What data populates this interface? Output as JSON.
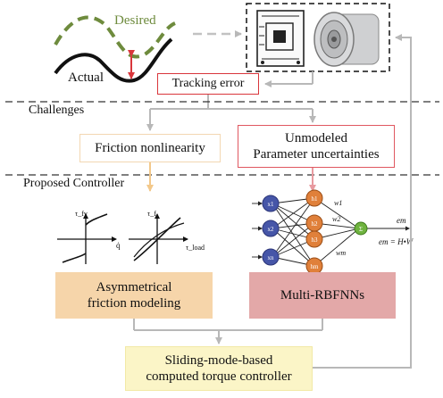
{
  "curve_labels": {
    "desired": "Desired",
    "actual": "Actual"
  },
  "tracking_error": "Tracking error",
  "sections": {
    "challenges": "Challenges",
    "proposed": "Proposed Controller"
  },
  "challenges": {
    "friction": "Friction nonlinearity",
    "unmodeled_line1": "Unmodeled",
    "unmodeled_line2": "Parameter uncertainties"
  },
  "modules": {
    "asym_line1": "Asymmetrical",
    "asym_line2": "friction modeling",
    "rbf": "Multi-RBFNNs",
    "smc_line1": "Sliding-mode-based",
    "smc_line2": "computed torque controller"
  },
  "plot_labels": {
    "left_y": "τ_fv",
    "left_x": "q̇",
    "right_y": "τ_f",
    "right_x": "τ_load"
  },
  "nn": {
    "inputs": [
      "x1",
      "x2",
      "xn"
    ],
    "hidden": [
      "h1",
      "h2",
      "h3",
      "hm"
    ],
    "weights": [
      "w1",
      "w2",
      "wm"
    ],
    "sum": "Σ",
    "output": "em",
    "equation": "em = H•W"
  },
  "colors": {
    "desired_curve": "#6e8b3d",
    "error_arrow": "#d9363b",
    "input_node": "#4656a8",
    "hidden_node": "#e0803a",
    "sum_node": "#6fb33f",
    "arrow_gray": "#b8b8b8",
    "tracking_border": "#d9363b",
    "friction_border": "#f3d7b2",
    "unmodeled_border": "#e05760",
    "asym_fill": "#f6d5aa",
    "rbf_fill": "#e3a8a8",
    "smc_fill": "#fbf5c7"
  },
  "icons": [
    "circuit-board-icon",
    "servo-motor-icon"
  ]
}
